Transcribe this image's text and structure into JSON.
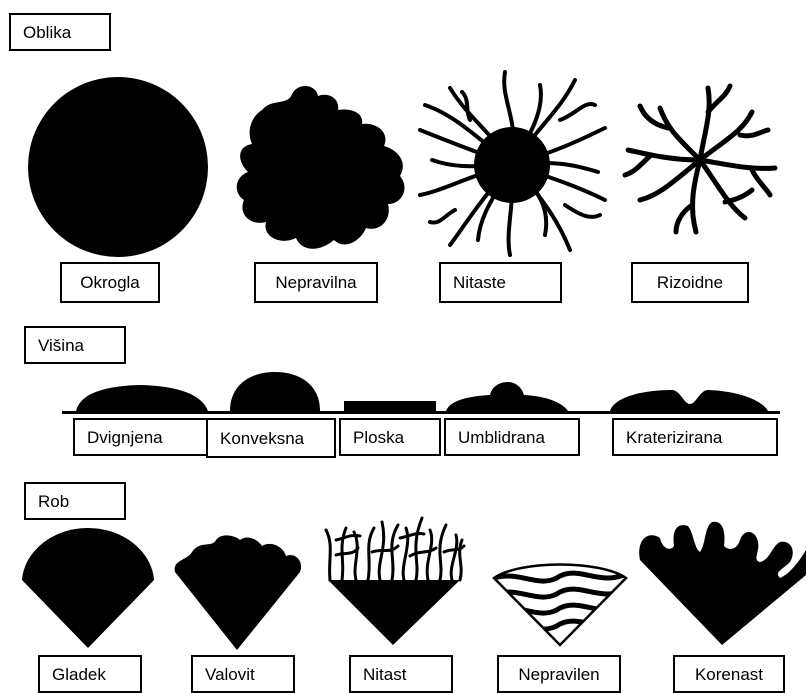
{
  "sections": {
    "shape": {
      "title": "Oblika",
      "items": [
        "Okrogla",
        "Nepravilna",
        "Nitaste",
        "Rizoidne"
      ]
    },
    "elevation": {
      "title": "Višina",
      "items": [
        "Dvignjena",
        "Konveksna",
        "Ploska",
        "Umblidrana",
        "Kraterizirana"
      ]
    },
    "margin": {
      "title": "Rob",
      "items": [
        "Gladek",
        "Valovit",
        "Nitast",
        "Nepravilen",
        "Korenast"
      ]
    }
  },
  "colors": {
    "ink": "#000000",
    "paper": "#ffffff"
  }
}
